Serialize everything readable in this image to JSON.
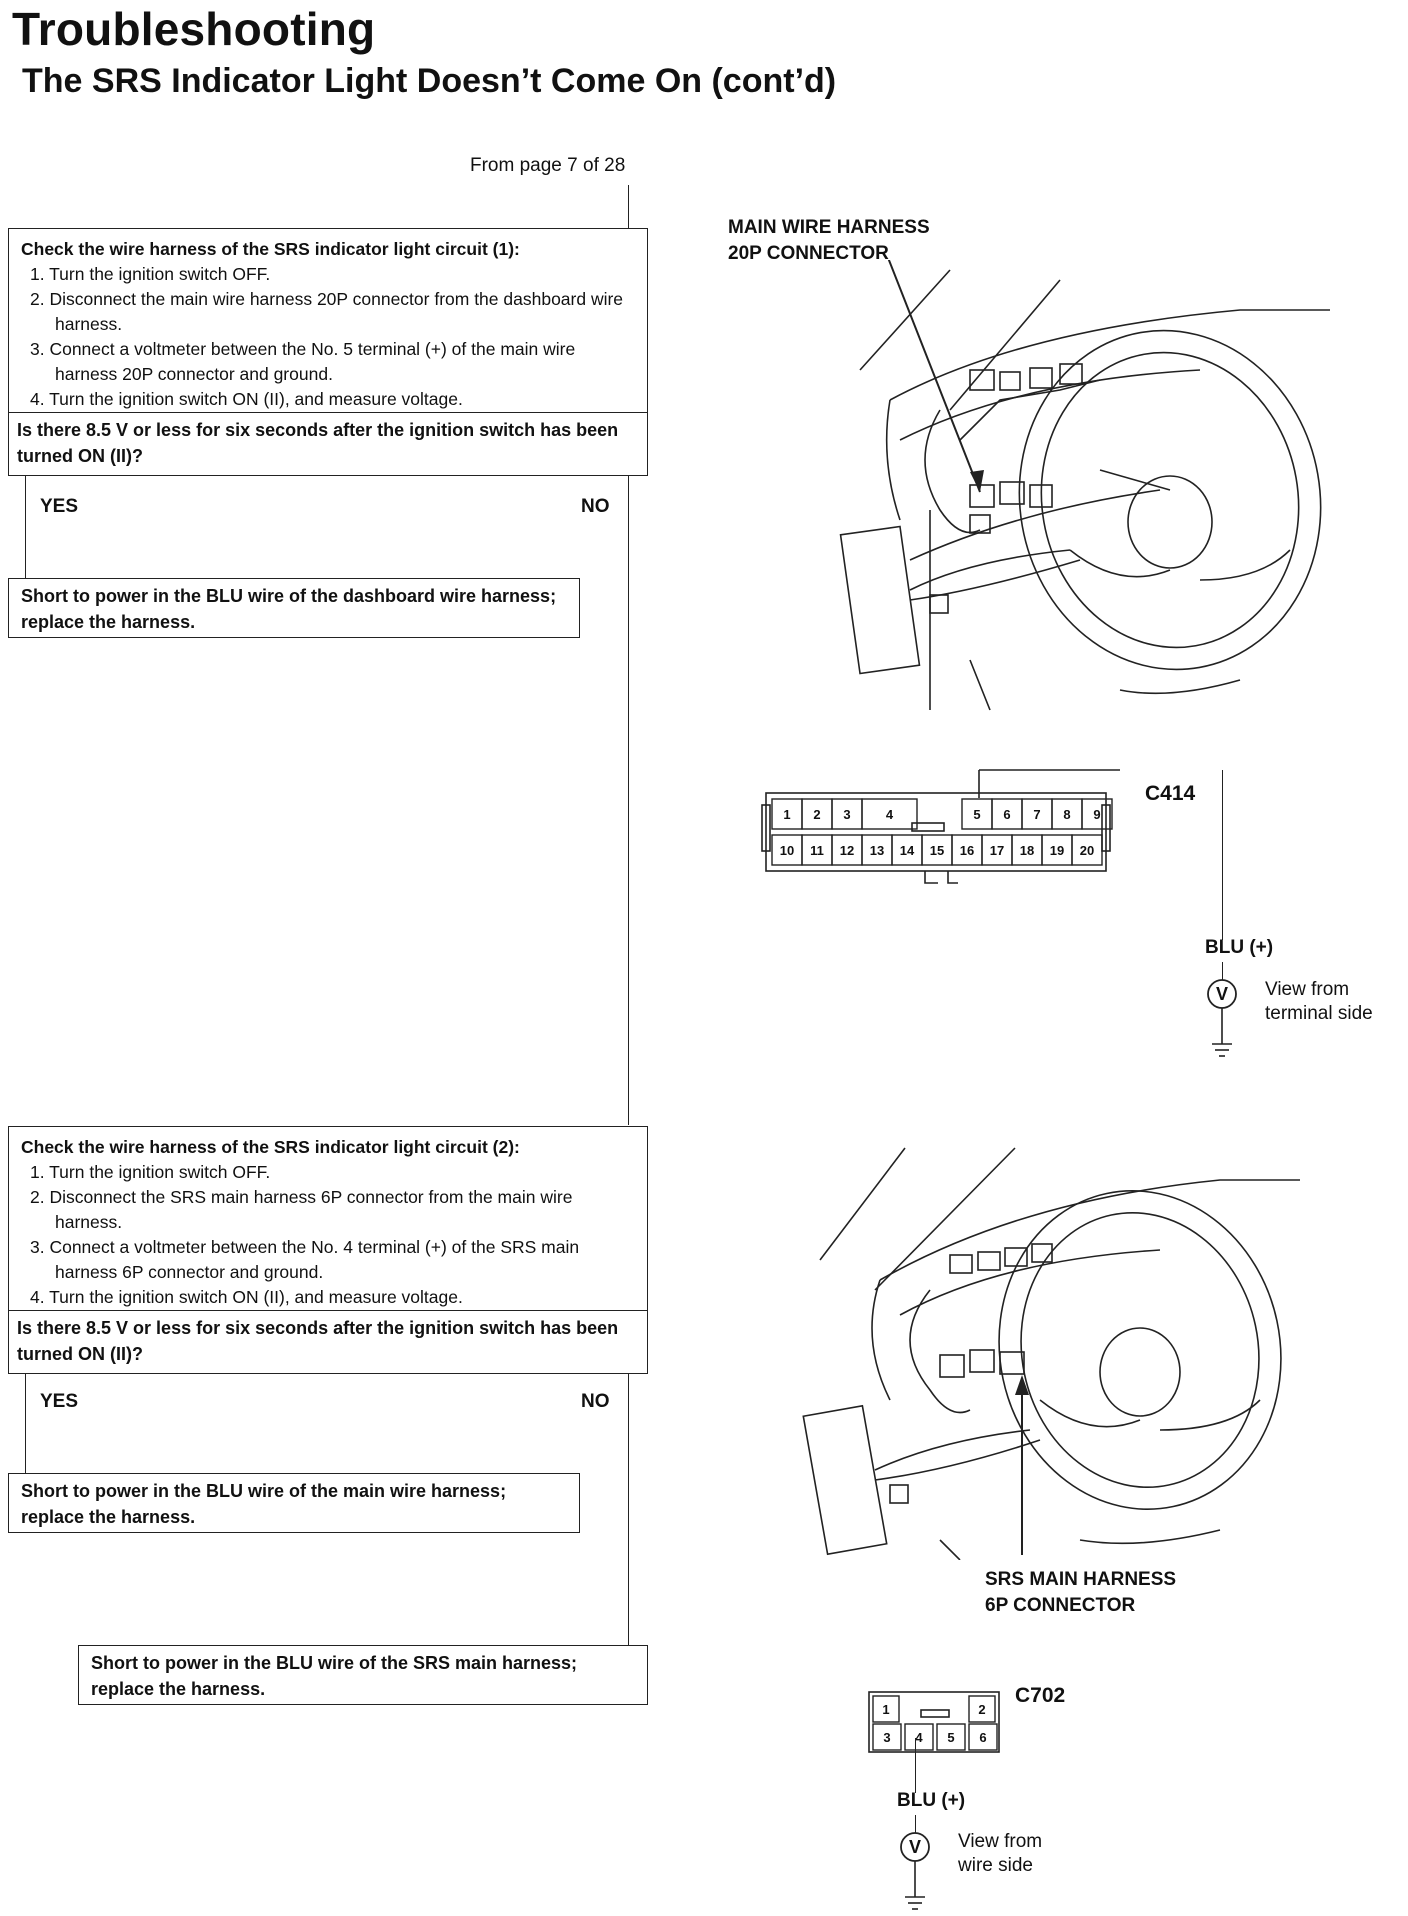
{
  "header": {
    "title": "Troubleshooting",
    "subtitle": "The SRS Indicator Light Doesn’t Come On (cont’d)"
  },
  "from_page": "From page 7 of 28",
  "step1": {
    "heading": "Check the wire harness of the SRS indicator light circuit (1):",
    "steps": [
      "1.  Turn the ignition switch OFF.",
      "2.  Disconnect the main wire harness 20P connector from the dashboard wire harness.",
      "3.  Connect a voltmeter between the No. 5 terminal (+) of the main wire harness 20P connector and ground.",
      "4.  Turn the ignition switch ON (II), and measure voltage."
    ],
    "question": "Is there 8.5 V or less for six seconds after the ignition switch has been turned ON (II)?",
    "yes": "YES",
    "no": "NO",
    "result": "Short to power in the BLU wire of the dashboard wire harness; replace the harness."
  },
  "step2": {
    "heading": "Check the wire harness of the SRS indicator light circuit (2):",
    "steps": [
      "1.  Turn the ignition switch OFF.",
      "2.  Disconnect the SRS main harness 6P connector from the main wire harness.",
      "3.  Connect a voltmeter between the No. 4 terminal (+) of the SRS main harness 6P connector and ground.",
      "4.  Turn the ignition switch ON (II), and measure voltage."
    ],
    "question": "Is there 8.5 V or less for six seconds after the ignition switch has been turned ON (II)?",
    "yes": "YES",
    "no": "NO",
    "result": "Short to power in the BLU wire of the main wire harness; replace the harness."
  },
  "final_result": "Short to power in the BLU wire of the SRS main harness; replace the harness.",
  "diagram1": {
    "caption_line1": "MAIN WIRE HARNESS",
    "caption_line2": "20P CONNECTOR",
    "connector_id": "C414",
    "top_row": [
      "1",
      "2",
      "3",
      "4",
      "5",
      "6",
      "7",
      "8",
      "9"
    ],
    "bottom_row": [
      "10",
      "11",
      "12",
      "13",
      "14",
      "15",
      "16",
      "17",
      "18",
      "19",
      "20"
    ],
    "wire_label": "BLU (+)",
    "meter_symbol": "V",
    "view_line1": "View from",
    "view_line2": "terminal side"
  },
  "diagram2": {
    "caption_line1": "SRS MAIN HARNESS",
    "caption_line2": "6P CONNECTOR",
    "connector_id": "C702",
    "top_row": [
      "1",
      "2"
    ],
    "bottom_row": [
      "3",
      "4",
      "5",
      "6"
    ],
    "wire_label": "BLU (+)",
    "meter_symbol": "V",
    "view_line1": "View from",
    "view_line2": "wire side"
  }
}
